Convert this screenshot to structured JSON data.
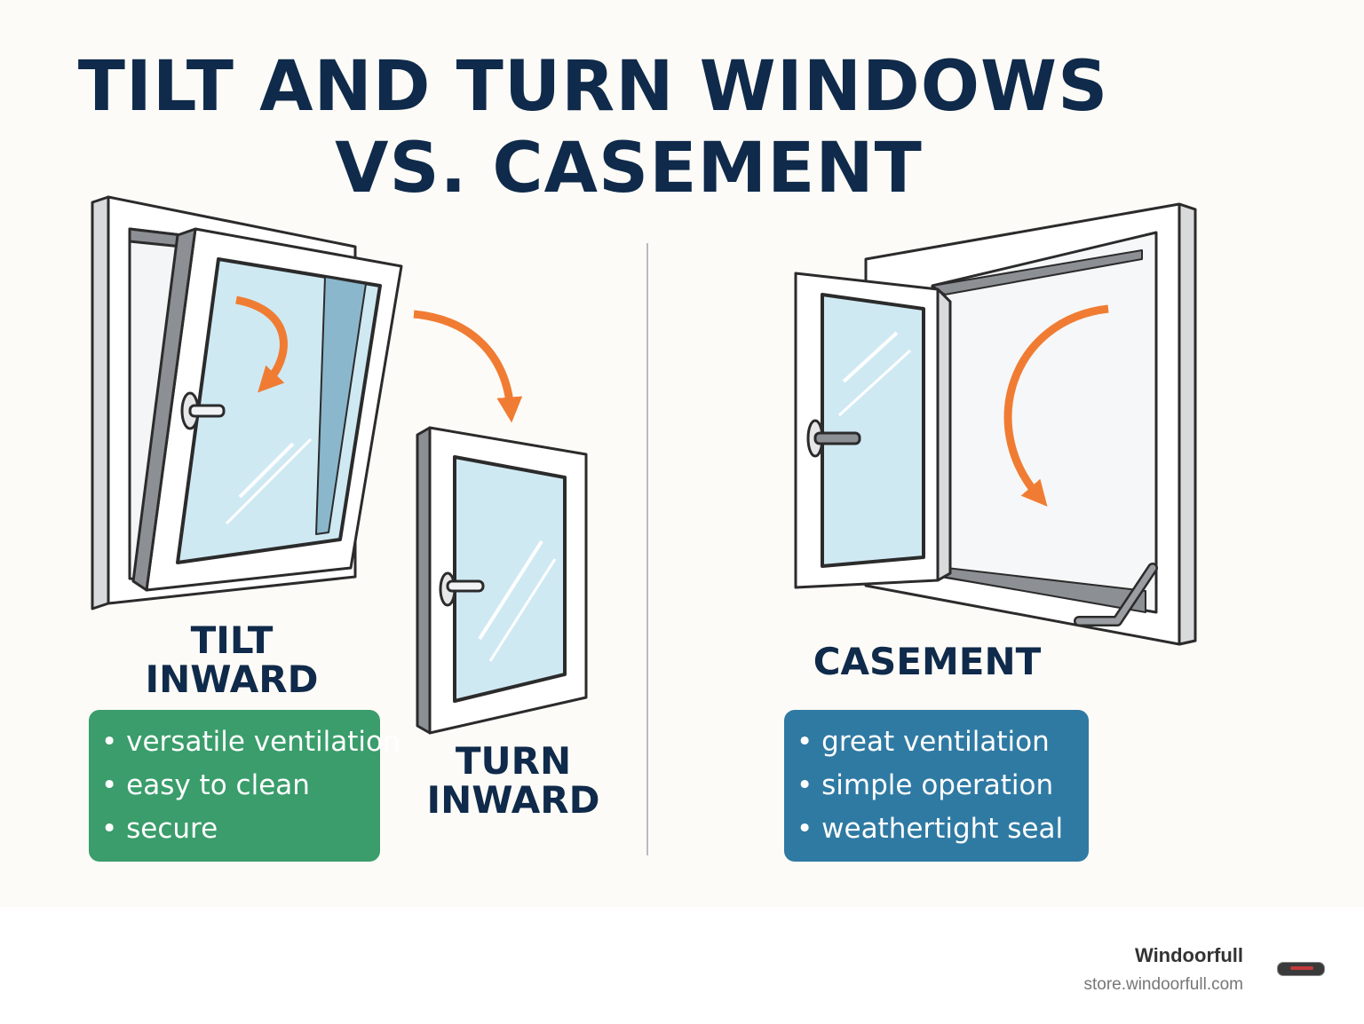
{
  "title": {
    "line1": "TILT AND TURN WINDOWS",
    "line2": "VS. CASEMENT"
  },
  "labels": {
    "tilt_line1": "TILT",
    "tilt_line2": "INWARD",
    "turn_line1": "TURN",
    "turn_line2": "INWARD",
    "casement": "CASEMENT"
  },
  "tilt_turn_benefits": [
    "• versatile ventilation",
    "• easy to clean",
    "• secure"
  ],
  "casement_benefits": [
    "• great ventilation",
    "• simple operation",
    "• weathertight seal"
  ],
  "footer": {
    "brand": "Windoorfull",
    "url": "store.windoorfull.com"
  },
  "colors": {
    "navy": "#0f2a4a",
    "green": "#3a9d6b",
    "blue": "#2f7aa3",
    "arrow": "#f07c33",
    "glass": "#cfe9f3"
  },
  "icons": [
    "curved-arrow-icon",
    "window-handle-icon",
    "windoorfull-logo"
  ]
}
